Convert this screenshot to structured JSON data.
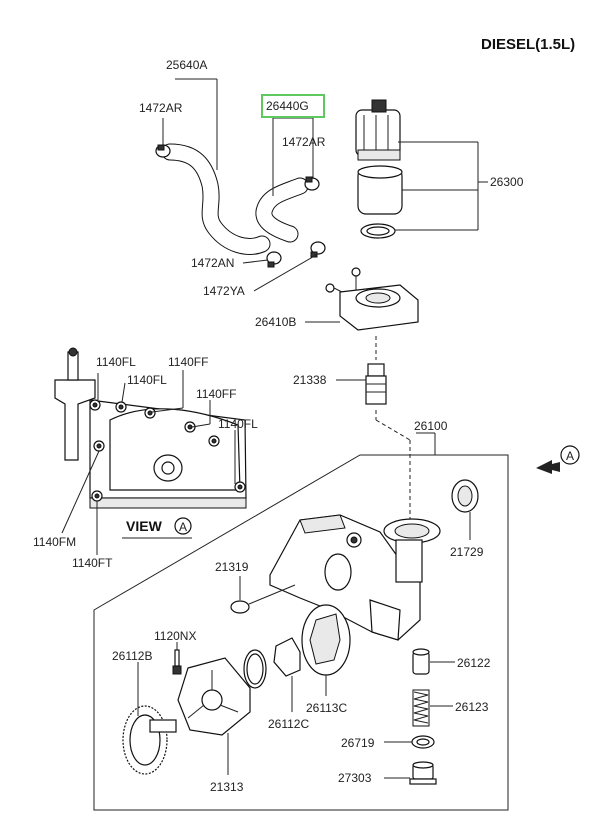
{
  "title": "DIESEL(1.5L)",
  "view_caption": "VIEW",
  "view_marker": "A",
  "highlight_color": "#5ec95e",
  "labels": {
    "p25640A": "25640A",
    "p1472AR_left": "1472AR",
    "p26440G": "26440G",
    "p1472AR_right": "1472AR",
    "p26300": "26300",
    "p1472AN": "1472AN",
    "p1472YA": "1472YA",
    "p26410B": "26410B",
    "p21338": "21338",
    "p1140FL_a": "1140FL",
    "p1140FF_a": "1140FF",
    "p1140FL_b": "1140FL",
    "p1140FF_b": "1140FF",
    "p1140FL_c": "1140FL",
    "p26100": "26100",
    "p1140FM": "1140FM",
    "p1140FT": "1140FT",
    "p21729": "21729",
    "p21319": "21319",
    "p1120NX": "1120NX",
    "p26112B": "26112B",
    "p26122": "26122",
    "p26113C": "26113C",
    "p26123": "26123",
    "p26112C": "26112C",
    "p26719": "26719",
    "p21313": "21313",
    "p27303": "27303"
  }
}
